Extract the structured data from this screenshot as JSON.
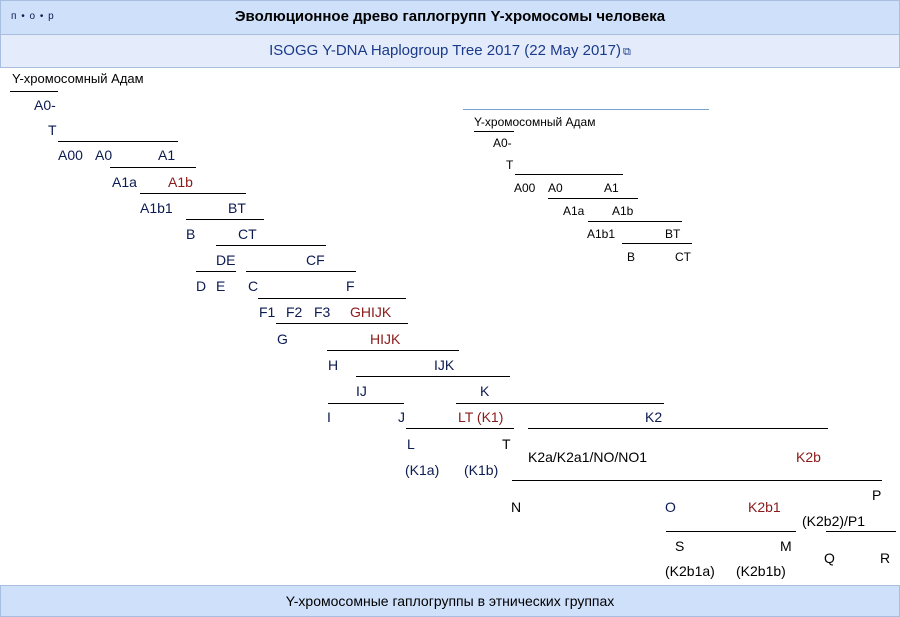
{
  "header": {
    "vde": [
      "п",
      "о",
      "р"
    ],
    "title": "Эволюционное древо гаплогрупп Y-хромосомы человека",
    "subtitle": "ISOGG Y-DNA Haplogroup Tree 2017 (22 May 2017)",
    "external_icon": "external-link-icon"
  },
  "footer": {
    "label": "Y-хромосомные гаплогруппы в этнических группах"
  },
  "colors": {
    "blue_text": "#0b1a50",
    "red_text": "#8b1a1a",
    "bar": "#cfe0fb"
  },
  "tree": {
    "root": "Y-хромосомный Адам",
    "a0t_1": "A0-",
    "a0t_2": "T",
    "A00": "A00",
    "A0": "A0",
    "A1": "A1",
    "A1a": "A1a",
    "A1b": "A1b",
    "A1b1": "A1b1",
    "BT": "BT",
    "B": "B",
    "CT": "CT",
    "DE": "DE",
    "CF": "CF",
    "D": "D",
    "E": "E",
    "C": "C",
    "F": "F",
    "F1": "F1",
    "F2": "F2",
    "F3": "F3",
    "GHIJK": "GHIJK",
    "G": "G",
    "HIJK": "HIJK",
    "H": "H",
    "IJK": "IJK",
    "IJ": "IJ",
    "K": "K",
    "I": "I",
    "J": "J",
    "LT": "LT (K1)",
    "K2": "K2",
    "L": "L",
    "T": "T",
    "K1a": "(K1a)",
    "K1b": "(K1b)",
    "K2a": "K2a/K2a1/NO/NO1",
    "K2b": "K2b",
    "N": "N",
    "O": "O",
    "K2b1": "K2b1",
    "P": "P",
    "K2b2": "(K2b2)/P1",
    "S": "S",
    "M": "M",
    "K2b1a": "(K2b1a)",
    "K2b1b": "(K2b1b)",
    "Q": "Q",
    "R": "R"
  },
  "inset": {
    "root": "Y-хромосомный Адам",
    "a0t_1": "A0-",
    "a0t_2": "T",
    "A00": "A00",
    "A0": "A0",
    "A1": "A1",
    "A1a": "A1a",
    "A1b": "A1b",
    "A1b1": "A1b1",
    "BT": "BT",
    "B": "B",
    "CT": "CT"
  }
}
